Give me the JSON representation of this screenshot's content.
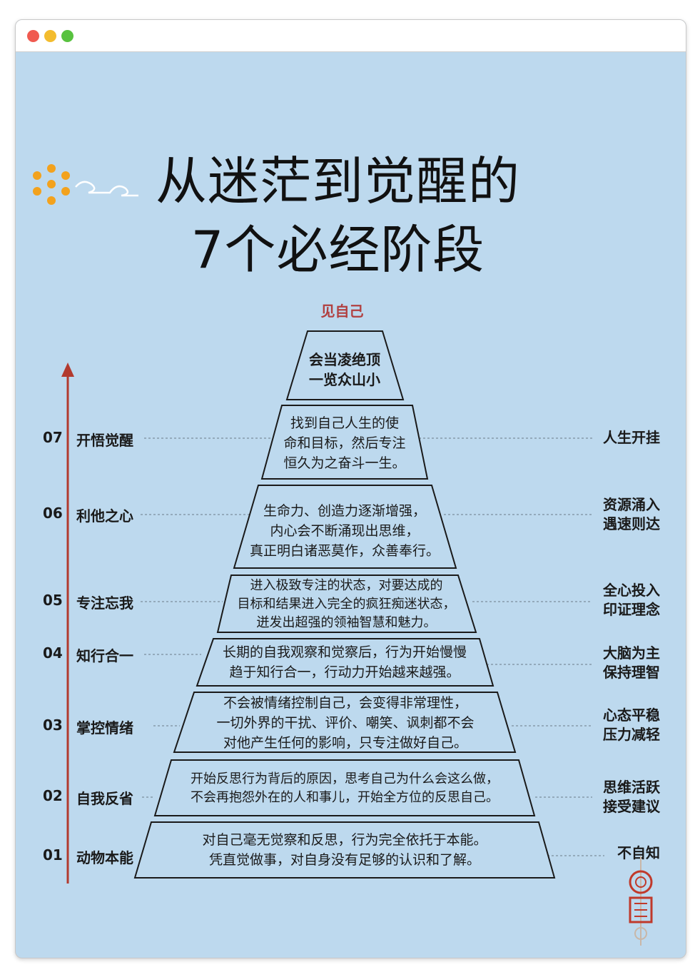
{
  "window": {
    "controls": [
      "close",
      "minimize",
      "maximize"
    ]
  },
  "title": {
    "line1": "从迷茫到觉醒的",
    "line2": "7个必经阶段"
  },
  "top_label": "见自己",
  "peak": {
    "line1": "会当凌绝顶",
    "line2": "一览众山小"
  },
  "stages": [
    {
      "num": "07",
      "name": "开悟觉醒",
      "desc": [
        "找到自己人生的使",
        "命和目标，然后专注",
        "恒久为之奋斗一生。"
      ],
      "result": [
        "人生开挂"
      ]
    },
    {
      "num": "06",
      "name": "利他之心",
      "desc": [
        "生命力、创造力逐渐增强，",
        "内心会不断涌现出思维，",
        "真正明白诸恶莫作，众善奉行。"
      ],
      "result": [
        "资源涌入",
        "遇速则达"
      ]
    },
    {
      "num": "05",
      "name": "专注忘我",
      "desc": [
        "进入极致专注的状态，对要达成的",
        "目标和结果进入完全的疯狂痴迷状态，",
        "迸发出超强的领袖智慧和魅力。"
      ],
      "result": [
        "全心投入",
        "印证理念"
      ]
    },
    {
      "num": "04",
      "name": "知行合一",
      "desc": [
        "长期的自我观察和觉察后，行为开始慢慢",
        "趋于知行合一，行动力开始越来越强。"
      ],
      "result": [
        "大脑为主",
        "保持理智"
      ]
    },
    {
      "num": "03",
      "name": "掌控情绪",
      "desc": [
        "不会被情绪控制自己，会变得非常理性，",
        "一切外界的干扰、评价、嘲笑、讽刺都不会",
        "对他产生任何的影响，只专注做好自己。"
      ],
      "result": [
        "心态平稳",
        "压力减轻"
      ]
    },
    {
      "num": "02",
      "name": "自我反省",
      "desc": [
        "开始反思行为背后的原因，思考自己为什么会这么做，",
        "不会再抱怨外在的人和事儿，开始全方位的反思自己。"
      ],
      "result": [
        "思维活跃",
        "接受建议"
      ]
    },
    {
      "num": "01",
      "name": "动物本能",
      "desc": [
        "对自己毫无觉察和反思，行为完全依托于本能。",
        "凭直觉做事，对自身没有足够的认识和了解。"
      ],
      "result": [
        "不自知"
      ]
    }
  ],
  "colors": {
    "background": "#bdd9ee",
    "arrow": "#b23a2e",
    "accent_label": "#b14040",
    "deco": "#f3a21d"
  }
}
